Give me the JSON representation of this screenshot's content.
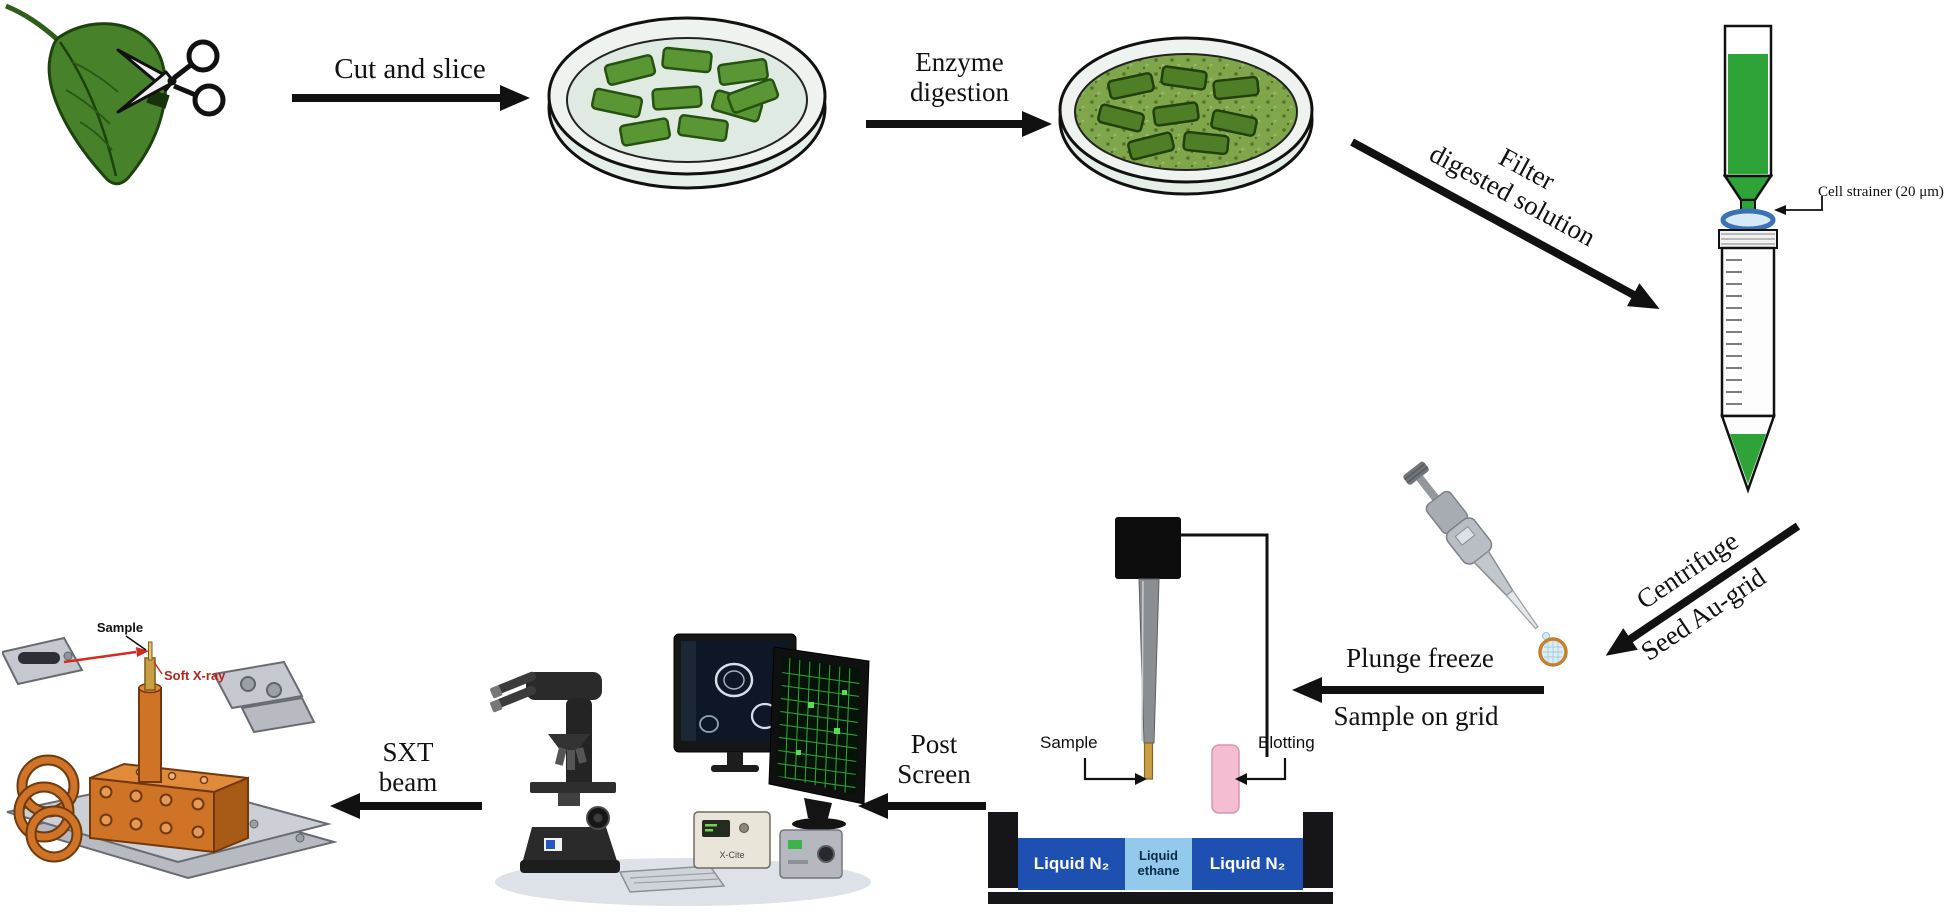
{
  "flow": {
    "cut_slice": "Cut and slice",
    "enzyme": [
      "Enzyme",
      "digestion"
    ],
    "filter": [
      "Filter",
      "digested solution"
    ],
    "centrifuge": [
      "Centrifuge",
      "Seed Au-grid"
    ],
    "plunge": [
      "Plunge freeze",
      "Sample on grid"
    ],
    "post": [
      "Post",
      "Screen"
    ],
    "sxt": [
      "SXT",
      "beam"
    ]
  },
  "strainer": {
    "label": "Cell strainer (20 μm)"
  },
  "plunge_station": {
    "sample": "Sample",
    "blotting": "Blotting",
    "n2_left": "Liquid N₂",
    "ethane": [
      "Liquid",
      "ethane"
    ],
    "n2_right": "Liquid N₂"
  },
  "microscope": {
    "lamp_label": "X-Cite"
  },
  "sxt_station": {
    "sample": "Sample",
    "beam": "Soft X-ray"
  },
  "colors": {
    "leaf-green": "#47822a",
    "slice-green": "#5a9634",
    "solution-green": "#7fa64b",
    "sample-green": "#2ea337",
    "strainer-blue": "#3a72b5",
    "grid-rim": "#c77f2e",
    "blot-pink": "#f5bdd3",
    "n2-blue": "#1d50b0",
    "ethane-blue": "#93c9ea",
    "copper": "#cf7426",
    "beam-red": "#d42b1f",
    "screen-grid-green": "#2f9e3a"
  }
}
